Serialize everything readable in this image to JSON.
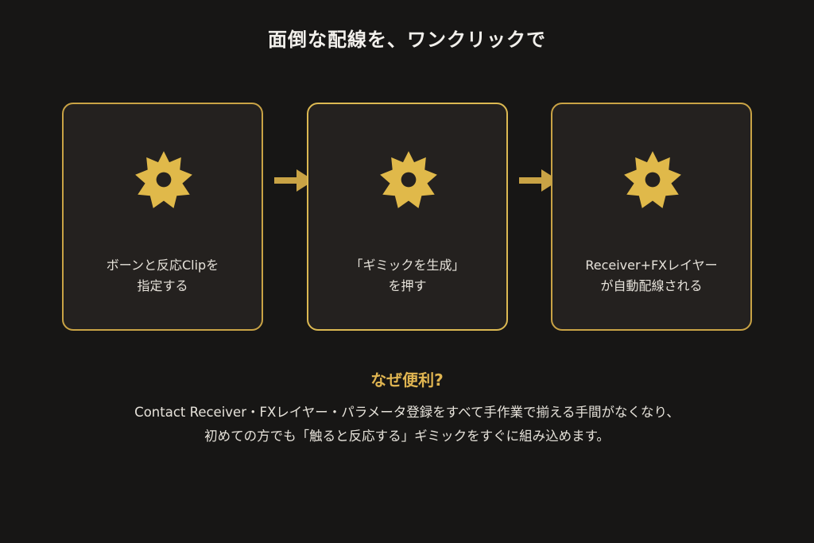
{
  "page": {
    "title": "面倒な配線を、ワンクリックで"
  },
  "steps": [
    {
      "line1": "ボーンと反応Clipを",
      "line2": "指定する",
      "icon": "gear-icon"
    },
    {
      "line1": "「ギミックを生成」",
      "line2": "を押す",
      "icon": "gear-icon"
    },
    {
      "line1": "Receiver+FXレイヤー",
      "line2": "が自動配線される",
      "icon": "gear-icon"
    }
  ],
  "arrow_icon": "arrow-right-icon",
  "why": {
    "title": "なぜ便利?",
    "line1": "Contact Receiver・FXレイヤー・パラメータ登録をすべて手作業で揃える手間がなくなり、",
    "line2": "初めての方でも「触ると反応する」ギミックをすぐに組み込めます。"
  },
  "colors": {
    "background": "#171615",
    "card_background": "#24211f",
    "accent": "#c9a345",
    "gear": "#e0b94a",
    "text": "#e6e2da"
  }
}
